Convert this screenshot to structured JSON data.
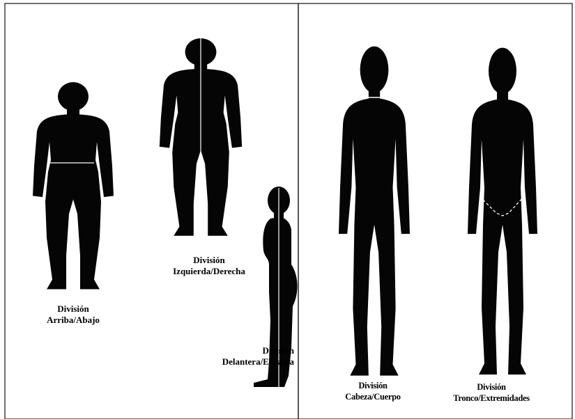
{
  "colors": {
    "background": "#ffffff",
    "silhouette": "#050505",
    "border": "#222222",
    "division_line": "#ffffff"
  },
  "captions": {
    "top_bottom": {
      "line1": "División",
      "line2": "Arriba/Abajo"
    },
    "left_right": {
      "line1": "División",
      "line2": "Izquierda/Derecha"
    },
    "front_back": {
      "line1": "División",
      "line2": "Delantera/Espalda"
    },
    "head_body": {
      "line1": "División",
      "line2": "Cabeza/Cuerpo"
    },
    "trunk_limbs": {
      "line1": "División",
      "line2": "Tronco/Extremidades"
    }
  },
  "icons": {
    "figures": [
      "body-silhouette-front",
      "body-silhouette-profile"
    ]
  }
}
